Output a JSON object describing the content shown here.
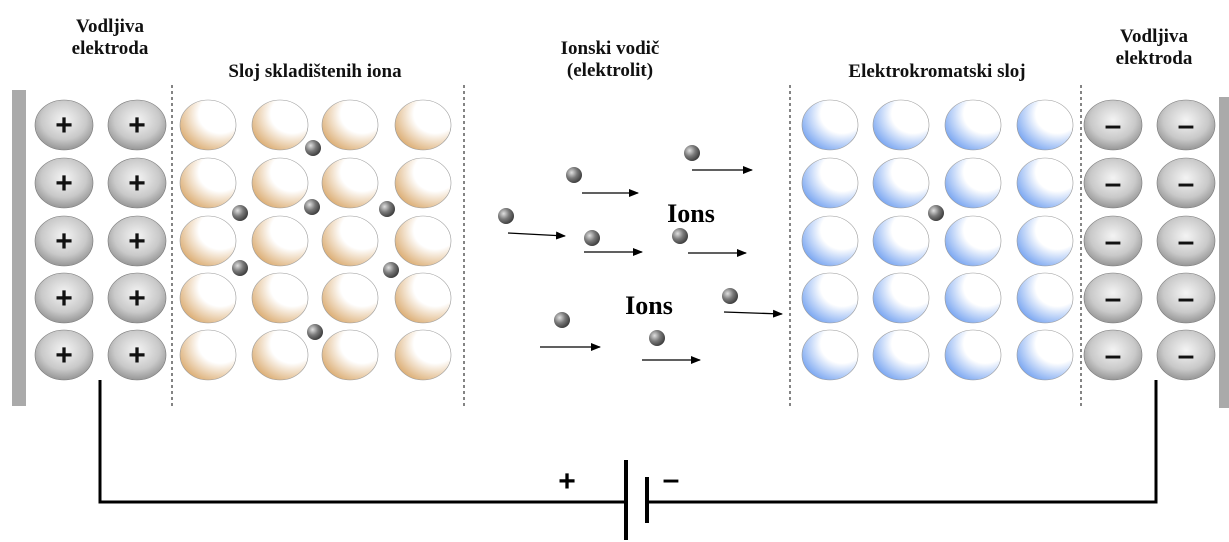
{
  "labels": {
    "left_electrode": [
      "Vodljiva",
      "elektroda"
    ],
    "right_electrode": [
      "Vodljiva",
      "elektroda"
    ],
    "ion_storage_layer": "Sloj skladištenih iona",
    "ion_conductor": [
      "Ionski vodič",
      "(elektrolit)"
    ],
    "electrochromic_layer": "Elektrokromatski sloj",
    "ions_upper": "Ions",
    "ions_lower": "Ions"
  },
  "battery": {
    "positive_symbol": "+",
    "negative_symbol": "–"
  },
  "electrode_signs": {
    "left": "+",
    "right": "–"
  },
  "grid": {
    "rows": 5,
    "electrode_columns": 2,
    "layer_columns": 4
  },
  "colors": {
    "storage_sphere": "#d9a769",
    "electrochromic_sphere": "#6f9ff0",
    "electrode_sphere": "#8a8a8a",
    "ion": "#555555",
    "electrode_bar": "#aaaaaa",
    "wire": "#000000"
  }
}
